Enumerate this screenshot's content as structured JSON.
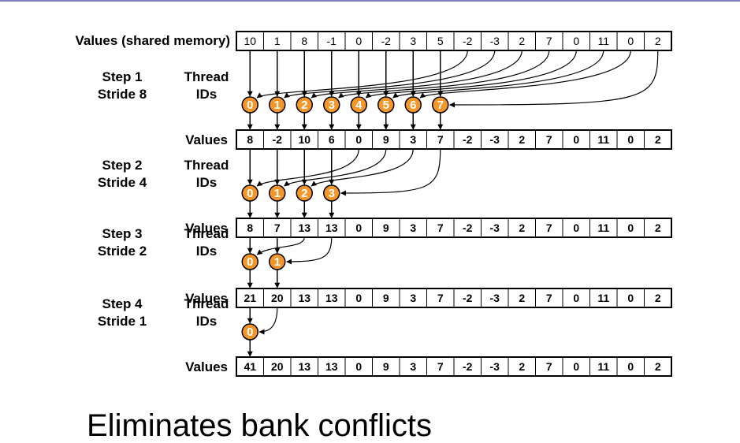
{
  "labels": {
    "values_shared": "Values (shared memory)",
    "values": "Values",
    "thread": "Thread",
    "ids": "IDs"
  },
  "initial_values": [
    "10",
    "1",
    "8",
    "-1",
    "0",
    "-2",
    "3",
    "5",
    "-2",
    "-3",
    "2",
    "7",
    "0",
    "11",
    "0",
    "2"
  ],
  "steps": [
    {
      "step": "Step 1",
      "stride": "Stride 8",
      "thread_ids": [
        "0",
        "1",
        "2",
        "3",
        "4",
        "5",
        "6",
        "7"
      ],
      "values": [
        "8",
        "-2",
        "10",
        "6",
        "0",
        "9",
        "3",
        "7",
        "-2",
        "-3",
        "2",
        "7",
        "0",
        "11",
        "0",
        "2"
      ]
    },
    {
      "step": "Step 2",
      "stride": "Stride 4",
      "thread_ids": [
        "0",
        "1",
        "2",
        "3"
      ],
      "values": [
        "8",
        "7",
        "13",
        "13",
        "0",
        "9",
        "3",
        "7",
        "-2",
        "-3",
        "2",
        "7",
        "0",
        "11",
        "0",
        "2"
      ]
    },
    {
      "step": "Step 3",
      "stride": "Stride 2",
      "thread_ids": [
        "0",
        "1"
      ],
      "values": [
        "21",
        "20",
        "13",
        "13",
        "0",
        "9",
        "3",
        "7",
        "-2",
        "-3",
        "2",
        "7",
        "0",
        "11",
        "0",
        "2"
      ]
    },
    {
      "step": "Step 4",
      "stride": "Stride 1",
      "thread_ids": [
        "0"
      ],
      "values": [
        "41",
        "20",
        "13",
        "13",
        "0",
        "9",
        "3",
        "7",
        "-2",
        "-3",
        "2",
        "7",
        "0",
        "11",
        "0",
        "2"
      ]
    }
  ],
  "footer_text": "Eliminates bank conflicts",
  "colors": {
    "thread_fill": "#f5962a",
    "thread_stroke": "#000000"
  }
}
